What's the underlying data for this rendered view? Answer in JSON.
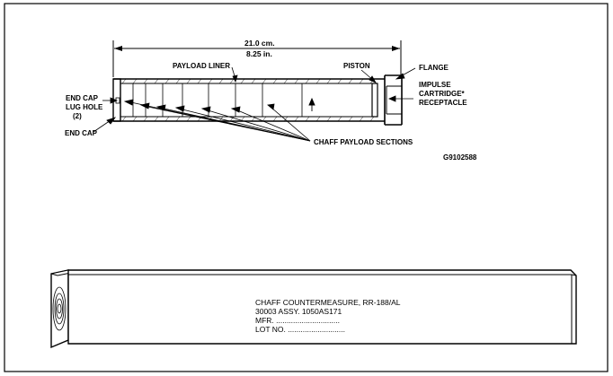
{
  "figure_id": "G9102588",
  "dimension": {
    "metric": "21.0 cm.",
    "imperial": "8.25 in."
  },
  "labels": {
    "payload_liner": "PAYLOAD LINER",
    "piston": "PISTON",
    "flange": "FLANGE",
    "impulse_line1": "IMPULSE",
    "impulse_line2": "CARTRIDGE*",
    "impulse_line3": "RECEPTACLE",
    "end_cap_lug_line1": "END CAP",
    "end_cap_lug_line2": "LUG HOLE",
    "end_cap_lug_line3": "(2)",
    "end_cap": "END CAP",
    "chaff_sections": "CHAFF PAYLOAD SECTIONS"
  },
  "nameplate": {
    "title": "CHAFF COUNTERMEASURE, RR-188/AL",
    "assy": "30003  ASSY. 1050AS171",
    "mfr": "MFR. ..............................",
    "lot": "LOT NO.  ..........................."
  }
}
